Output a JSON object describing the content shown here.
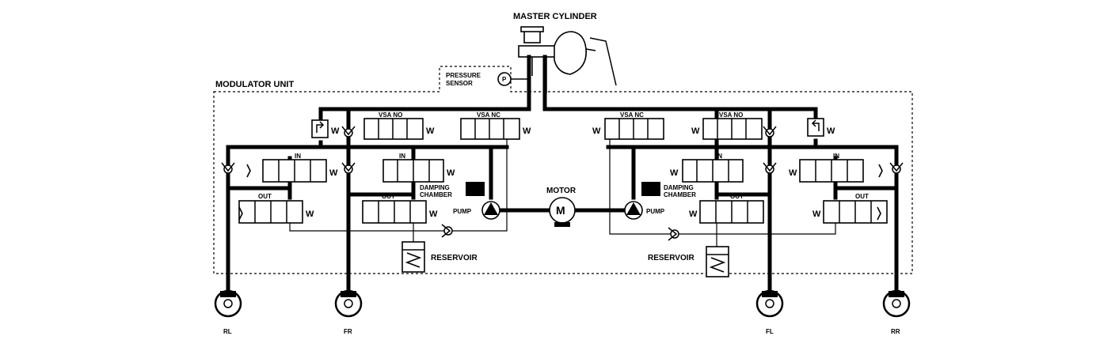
{
  "labels": {
    "master_cylinder": "MASTER CYLINDER",
    "pressure_sensor_1": "PRESSURE",
    "pressure_sensor_2": "SENSOR",
    "pressure_symbol": "P",
    "modulator_unit": "MODULATOR UNIT",
    "motor": "MOTOR",
    "motor_symbol": "M",
    "pump": "PUMP",
    "damping_1": "DAMPING",
    "damping_2": "CHAMBER",
    "reservoir": "RESERVOIR",
    "vsa_no": "VSA NO",
    "vsa_nc": "VSA NC",
    "valve_in": "IN",
    "valve_out": "OUT",
    "spring_w": "W"
  },
  "wheels": [
    "RL",
    "FR",
    "FL",
    "RR"
  ]
}
